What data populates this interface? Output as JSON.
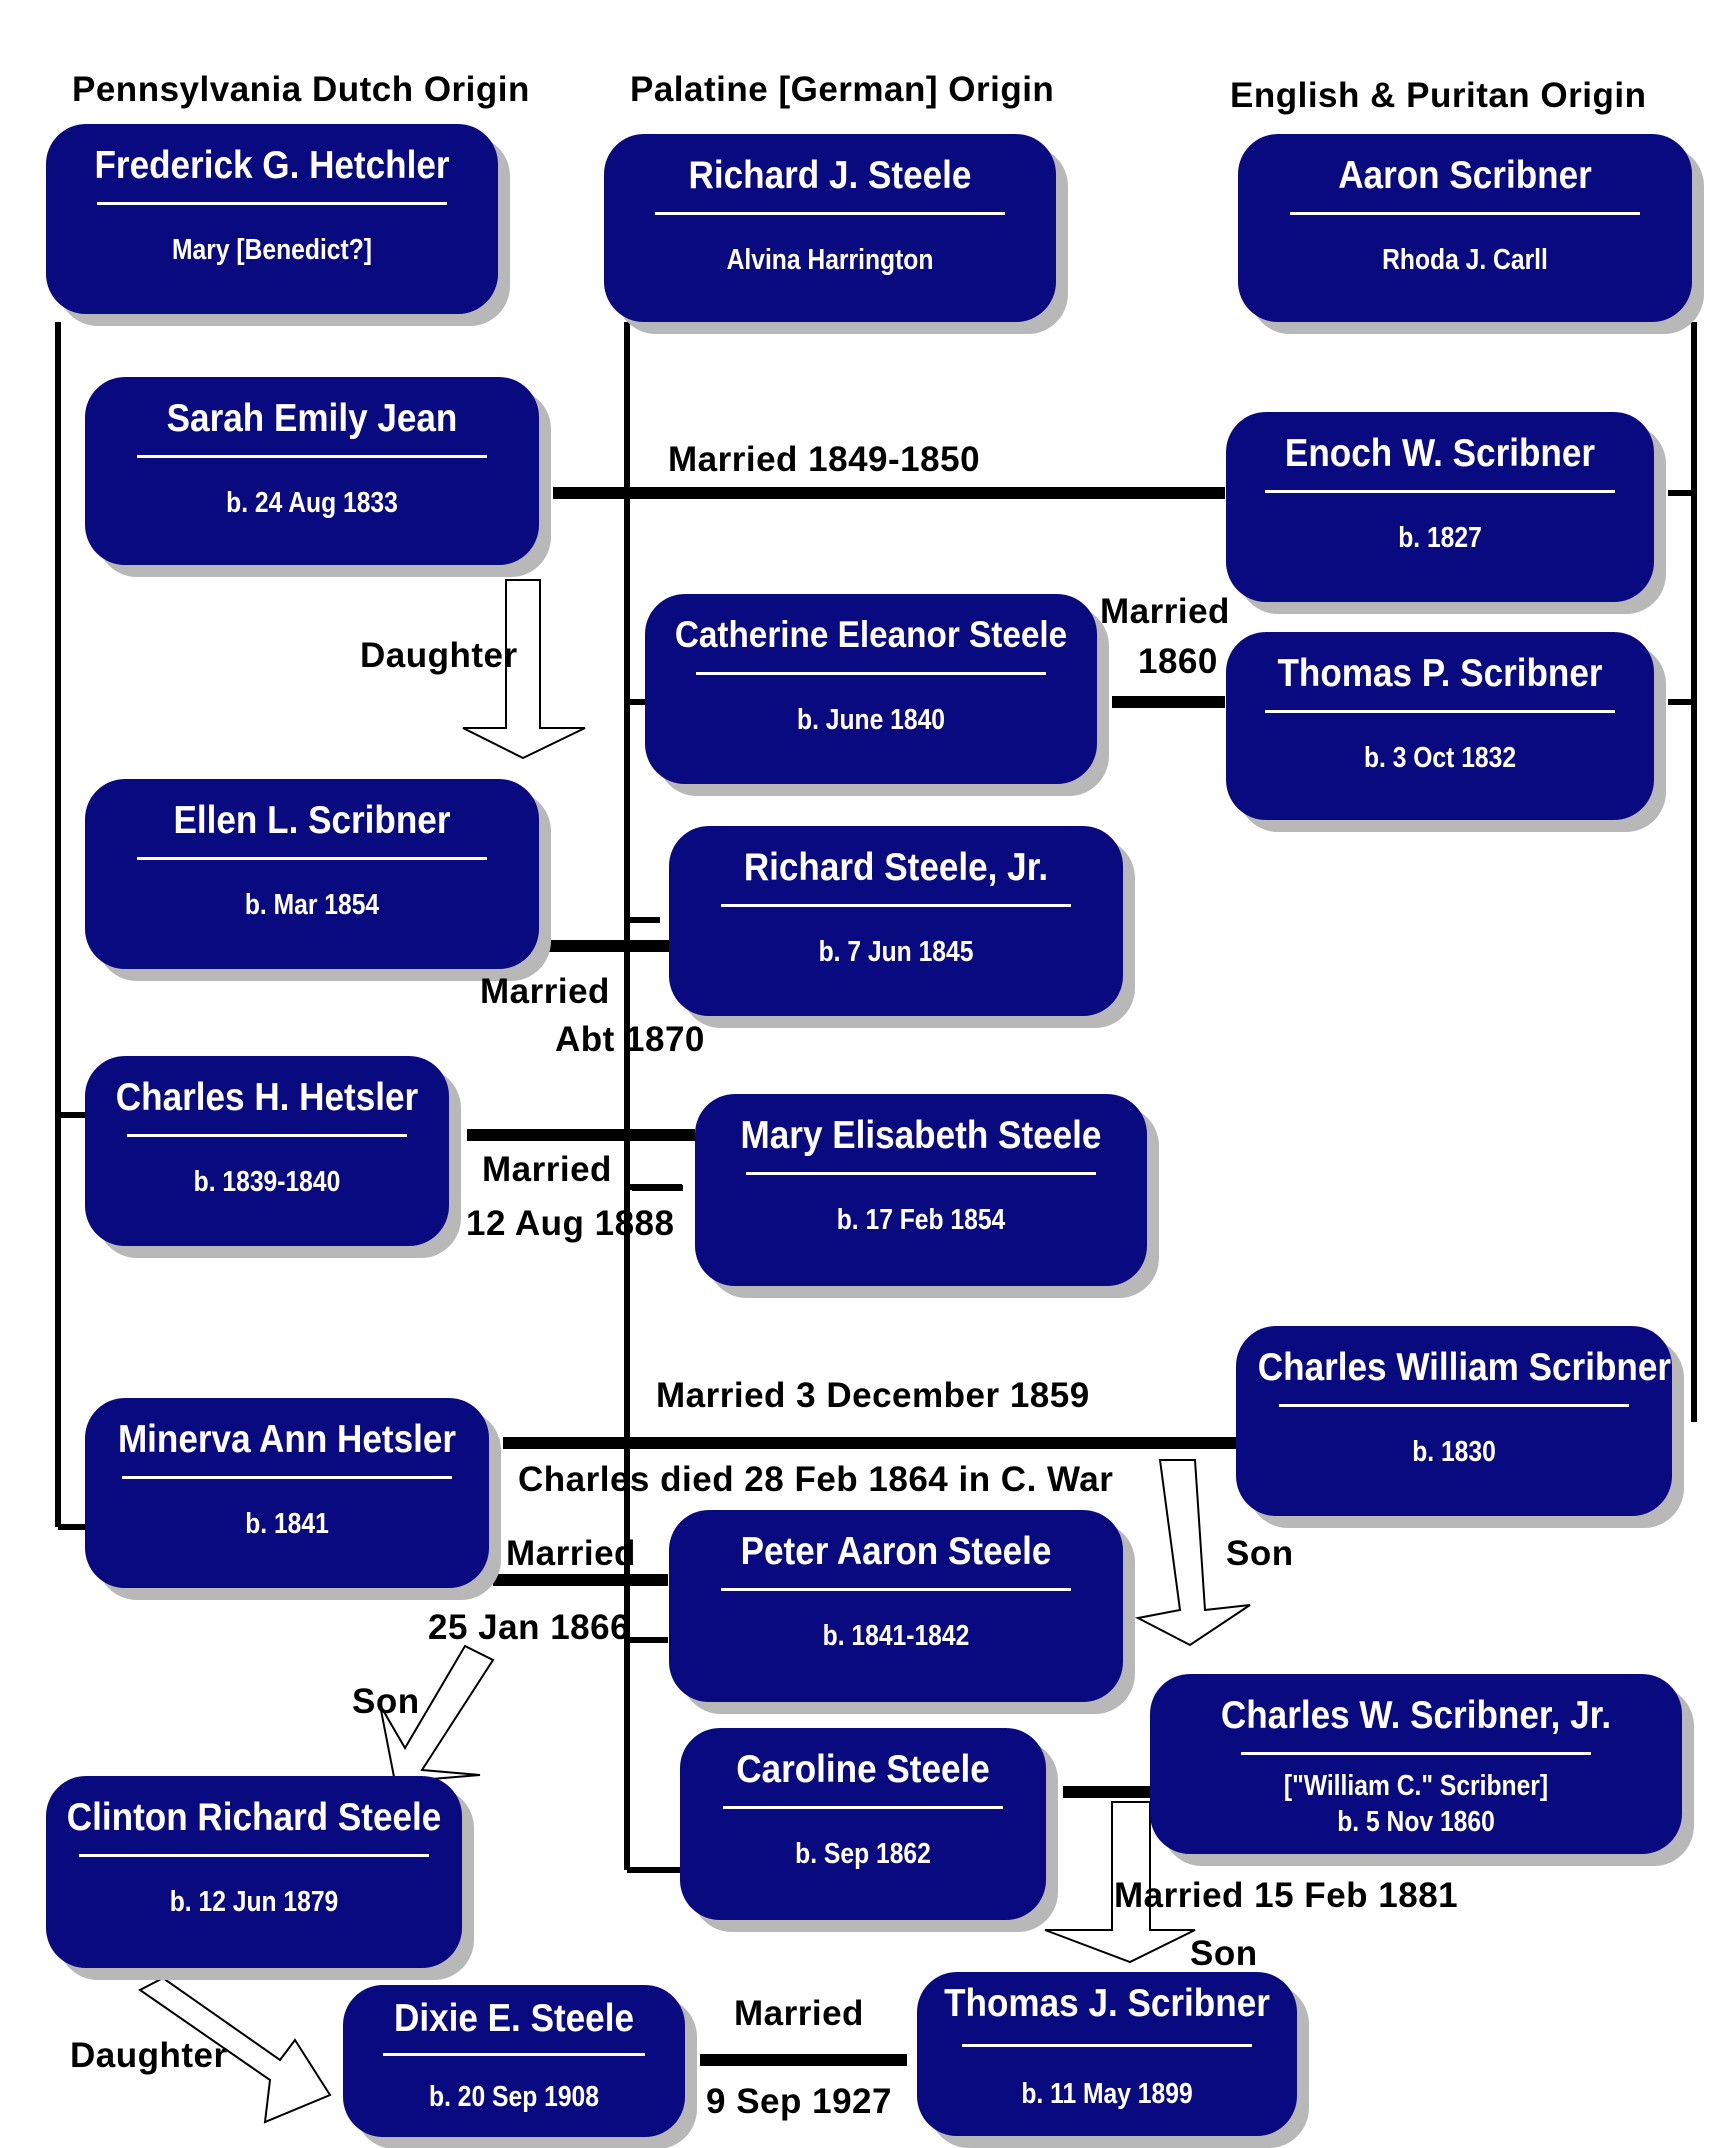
{
  "headers": {
    "left": "Pennsylvania Dutch Origin",
    "middle": "Palatine [German] Origin",
    "right": "English & Puritan Origin"
  },
  "people": {
    "frederick": {
      "name": "Frederick G. Hetchler",
      "detail": "Mary [Benedict?]"
    },
    "richard_sr": {
      "name": "Richard J. Steele",
      "detail": "Alvina Harrington"
    },
    "aaron": {
      "name": "Aaron Scribner",
      "detail": "Rhoda J. Carll"
    },
    "sarah": {
      "name": "Sarah Emily Jean",
      "detail": "b. 24 Aug 1833"
    },
    "enoch": {
      "name": "Enoch W. Scribner",
      "detail": "b. 1827"
    },
    "catherine": {
      "name": "Catherine Eleanor Steele",
      "detail": "b. June 1840"
    },
    "thomas_p": {
      "name": "Thomas P. Scribner",
      "detail": "b. 3 Oct 1832"
    },
    "ellen": {
      "name": "Ellen L. Scribner",
      "detail": "b. Mar 1854"
    },
    "richard_jr": {
      "name": "Richard Steele, Jr.",
      "detail": "b. 7 Jun 1845"
    },
    "charles_h": {
      "name": "Charles H. Hetsler",
      "detail": "b. 1839-1840"
    },
    "mary_e": {
      "name": "Mary Elisabeth Steele",
      "detail": "b. 17 Feb 1854"
    },
    "charles_w": {
      "name": "Charles William Scribner",
      "detail": "b. 1830"
    },
    "minerva": {
      "name": "Minerva Ann Hetsler",
      "detail": "b. 1841"
    },
    "peter": {
      "name": "Peter Aaron Steele",
      "detail": "b. 1841-1842"
    },
    "charles_jr": {
      "name": "Charles W. Scribner, Jr.",
      "detail": "[\"William C.\" Scribner]",
      "detail2": "b. 5 Nov 1860"
    },
    "caroline": {
      "name": "Caroline Steele",
      "detail": "b. Sep 1862"
    },
    "clinton": {
      "name": "Clinton Richard Steele",
      "detail": "b. 12 Jun 1879"
    },
    "dixie": {
      "name": "Dixie E. Steele",
      "detail": "b. 20 Sep 1908"
    },
    "thomas_j": {
      "name": "Thomas J. Scribner",
      "detail": "b. 11 May 1899"
    }
  },
  "labels": {
    "married_1849": "Married 1849-1850",
    "daughter_1": "Daughter",
    "married_1860_a": "Married",
    "married_1860_b": "1860",
    "married_abt_a": "Married",
    "married_abt_b": "Abt 1870",
    "married_1888_a": "Married",
    "married_1888_b": "12 Aug 1888",
    "married_1859": "Married 3 December 1859",
    "charles_died": "Charles died 28 Feb 1864 in C. War",
    "son_right": "Son",
    "married_1866_a": "Married",
    "married_1866_b": "25 Jan 1866",
    "son_left": "Son",
    "married_1881": "Married 15 Feb 1881",
    "son_bottom": "Son",
    "daughter_2": "Daughter",
    "married_1927_a": "Married",
    "married_1927_b": "9 Sep 1927"
  },
  "colors": {
    "box": "#0a0a80",
    "shadow": "#b8b8b8",
    "line": "#000000"
  }
}
